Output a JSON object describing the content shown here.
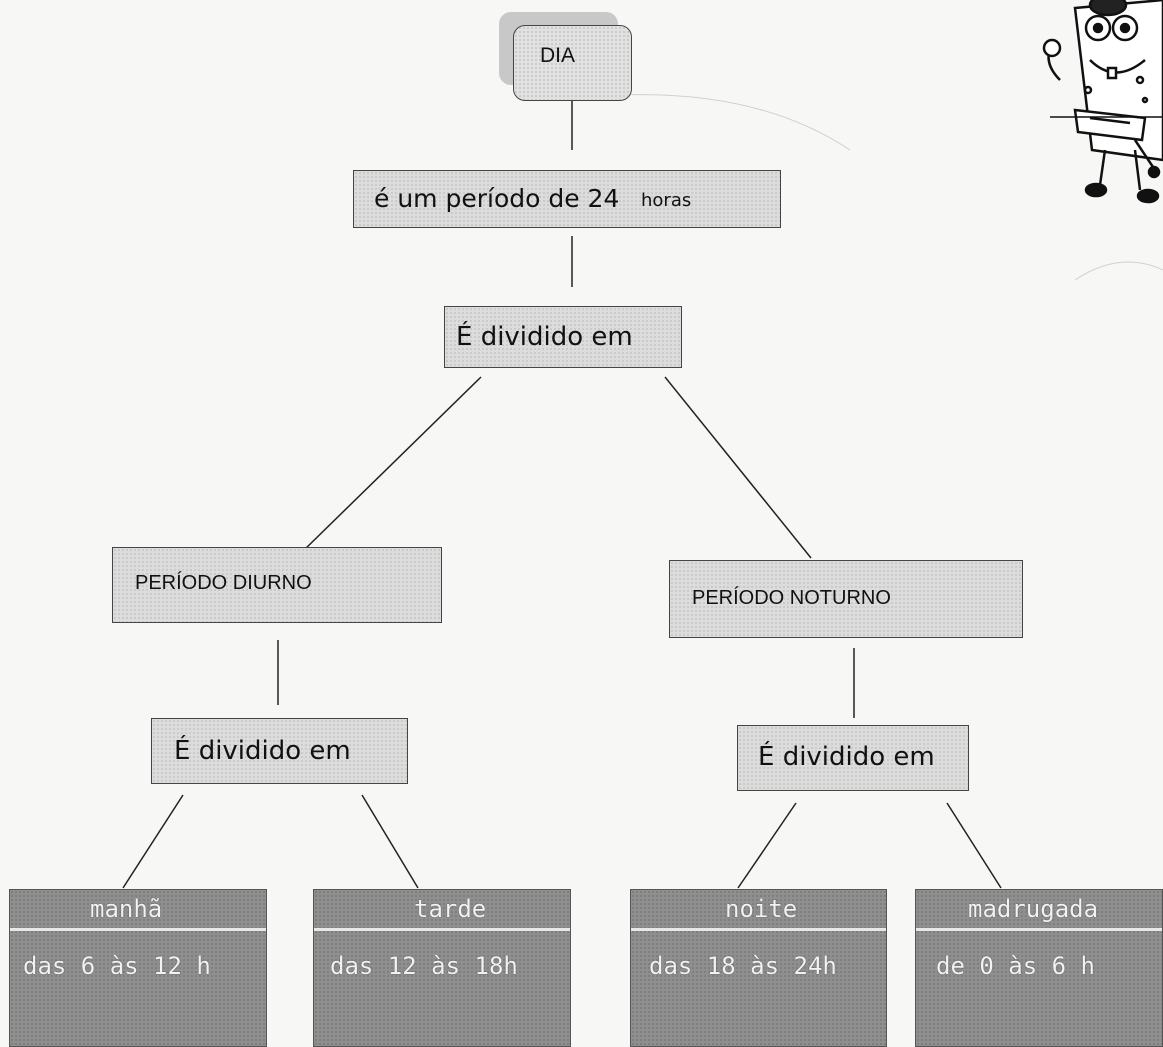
{
  "root": {
    "label": "DIA"
  },
  "definition": {
    "text_main": "é um período de 24",
    "text_small": "horas"
  },
  "split_top": {
    "label": "É dividido em"
  },
  "periods": {
    "day": {
      "label": "PERÍODO DIURNO",
      "split_label": "É dividido em"
    },
    "night": {
      "label": "PERÍODO NOTURNO",
      "split_label": "É dividido em"
    }
  },
  "leaves": [
    {
      "title": "manhã",
      "range": "das 6 às 12 h"
    },
    {
      "title": "tarde",
      "range": "das 12 às 18h"
    },
    {
      "title": "noite",
      "range": "das 18 às 24h"
    },
    {
      "title": "madrugada",
      "range": "de 0 às 6 h"
    }
  ],
  "colors": {
    "light_box": "#dcdcdc",
    "dark_box": "#8f8f8f",
    "line": "#222222"
  },
  "decoration": {
    "icon": "cartoon-sponge-character-icon"
  }
}
